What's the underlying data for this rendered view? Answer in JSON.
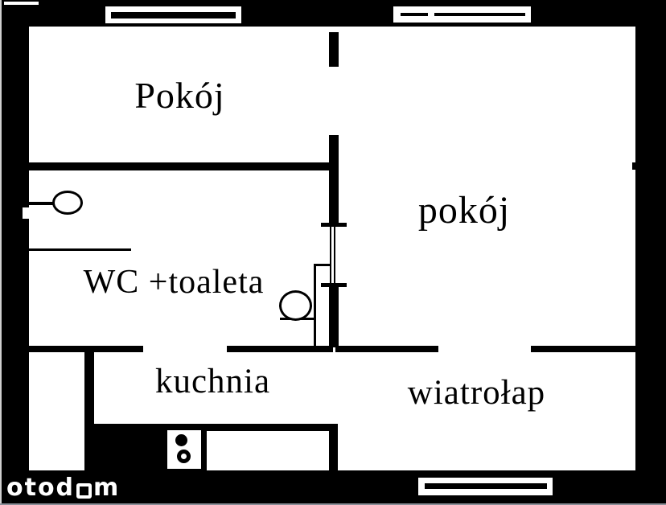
{
  "plan": {
    "rooms": [
      {
        "id": "pokoj-top",
        "label": "Pokój"
      },
      {
        "id": "pokoj-right",
        "label": "pokój"
      },
      {
        "id": "wc",
        "label": "WC +toaleta"
      },
      {
        "id": "kuchnia",
        "label": "kuchnia"
      },
      {
        "id": "wiatrolap",
        "label": "wiatrołap"
      }
    ],
    "fixtures": [
      "washbasin-icon",
      "toilet-icon",
      "stove-icon",
      "window-icon",
      "door-icon"
    ],
    "colors": {
      "wall": "#000000",
      "floor": "#ffffff",
      "watermark": "#ffffff"
    }
  },
  "watermark": {
    "part1": "otod",
    "part2": "m"
  }
}
